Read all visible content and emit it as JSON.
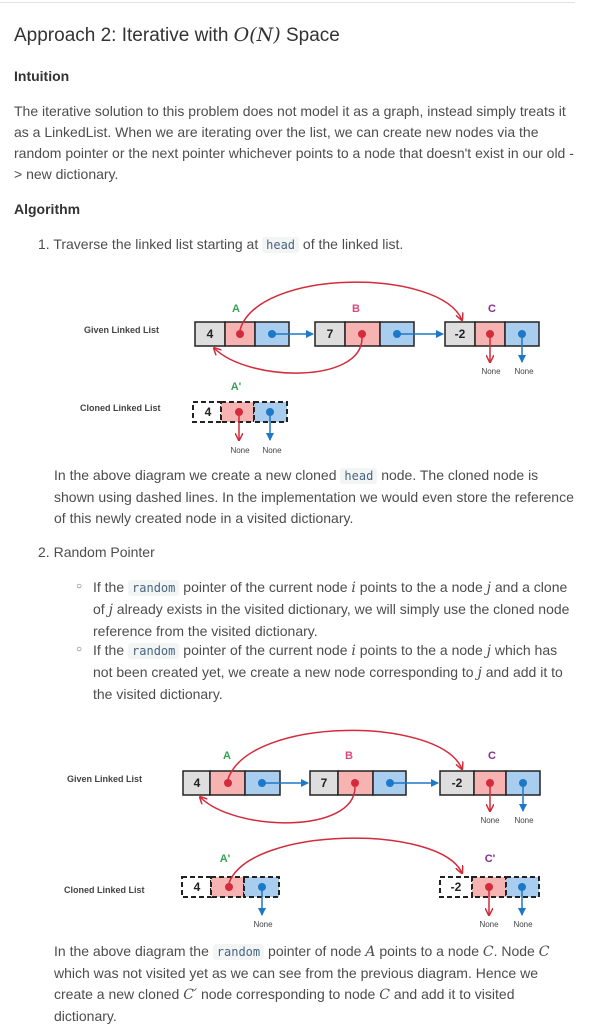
{
  "heading": {
    "prefix": "Approach 2: Iterative with ",
    "math": "O(N)",
    "suffix": " Space"
  },
  "intuition": {
    "title": "Intuition",
    "text": "The iterative solution to this problem does not model it as a graph, instead simply treats it as a LinkedList. When we are iterating over the list, we can create new nodes via the random pointer or the next pointer whichever points to a node that doesn't exist in our old -> new dictionary."
  },
  "algorithm": {
    "title": "Algorithm",
    "step1": {
      "num": "1.",
      "before": "Traverse the linked list starting at ",
      "code": "head",
      "after": " of the linked list."
    },
    "para1": {
      "before": "In the above diagram we create a new cloned ",
      "code": "head",
      "after": " node. The cloned node is shown using dashed lines. In the implementation we would even store the reference of this newly created node in a visited dictionary."
    },
    "step2": {
      "num": "2.",
      "text": "Random Pointer"
    },
    "bullet1": {
      "t1": "If the ",
      "code": "random",
      "t2": " pointer of the current node ",
      "m1": "i",
      "t3": " points to the a node ",
      "m2": "j",
      "t4": " and a clone of ",
      "m3": "j",
      "t5": " already exists in the visited dictionary, we will simply use the cloned node reference from the visited dictionary."
    },
    "bullet2": {
      "t1": "If the ",
      "code": "random",
      "t2": " pointer of the current node ",
      "m1": "i",
      "t3": " points to the a node ",
      "m2": "j",
      "t4": " which has not been created yet, we create a new node corresponding to ",
      "m3": "j",
      "t5": " and add it to the visited dictionary."
    },
    "para2": {
      "t1": "In the above diagram the ",
      "code": "random",
      "t2": " pointer of node ",
      "m1": "A",
      "t3": " points to a node ",
      "m2": "C",
      "t4": ". Node ",
      "m3": "C",
      "t5": " which was not visited yet as we can see from the previous diagram. Hence we create a new cloned ",
      "m4": "C′",
      "t6": " node corresponding to node ",
      "m5": "C",
      "t7": " and add it to visited dictionary."
    }
  },
  "diagram1": {
    "given_label": "Given Linked List",
    "cloned_label": "Cloned Linked List",
    "node_values": [
      "4",
      "7",
      "-2"
    ],
    "node_letters": [
      "A",
      "B",
      "C"
    ],
    "clone_value": "4",
    "clone_letter": "A'",
    "none_label": "None"
  },
  "diagram2": {
    "given_label": "Given Linked List",
    "cloned_label": "Cloned Linked List",
    "node_values": [
      "4",
      "7",
      "-2"
    ],
    "node_letters": [
      "A",
      "B",
      "C"
    ],
    "clone_values": [
      "4",
      "-2"
    ],
    "clone_letters": [
      "A'",
      "C'"
    ],
    "none_label": "None"
  },
  "colors": {
    "val_fill": "#dedede",
    "rand_fill": "#f7b2b2",
    "next_fill": "#a9cdef",
    "red": "#d32b3b",
    "blue": "#1d79c7",
    "green": "#3aa055",
    "pink": "#d74a7e",
    "purple": "#8b2d8e"
  }
}
